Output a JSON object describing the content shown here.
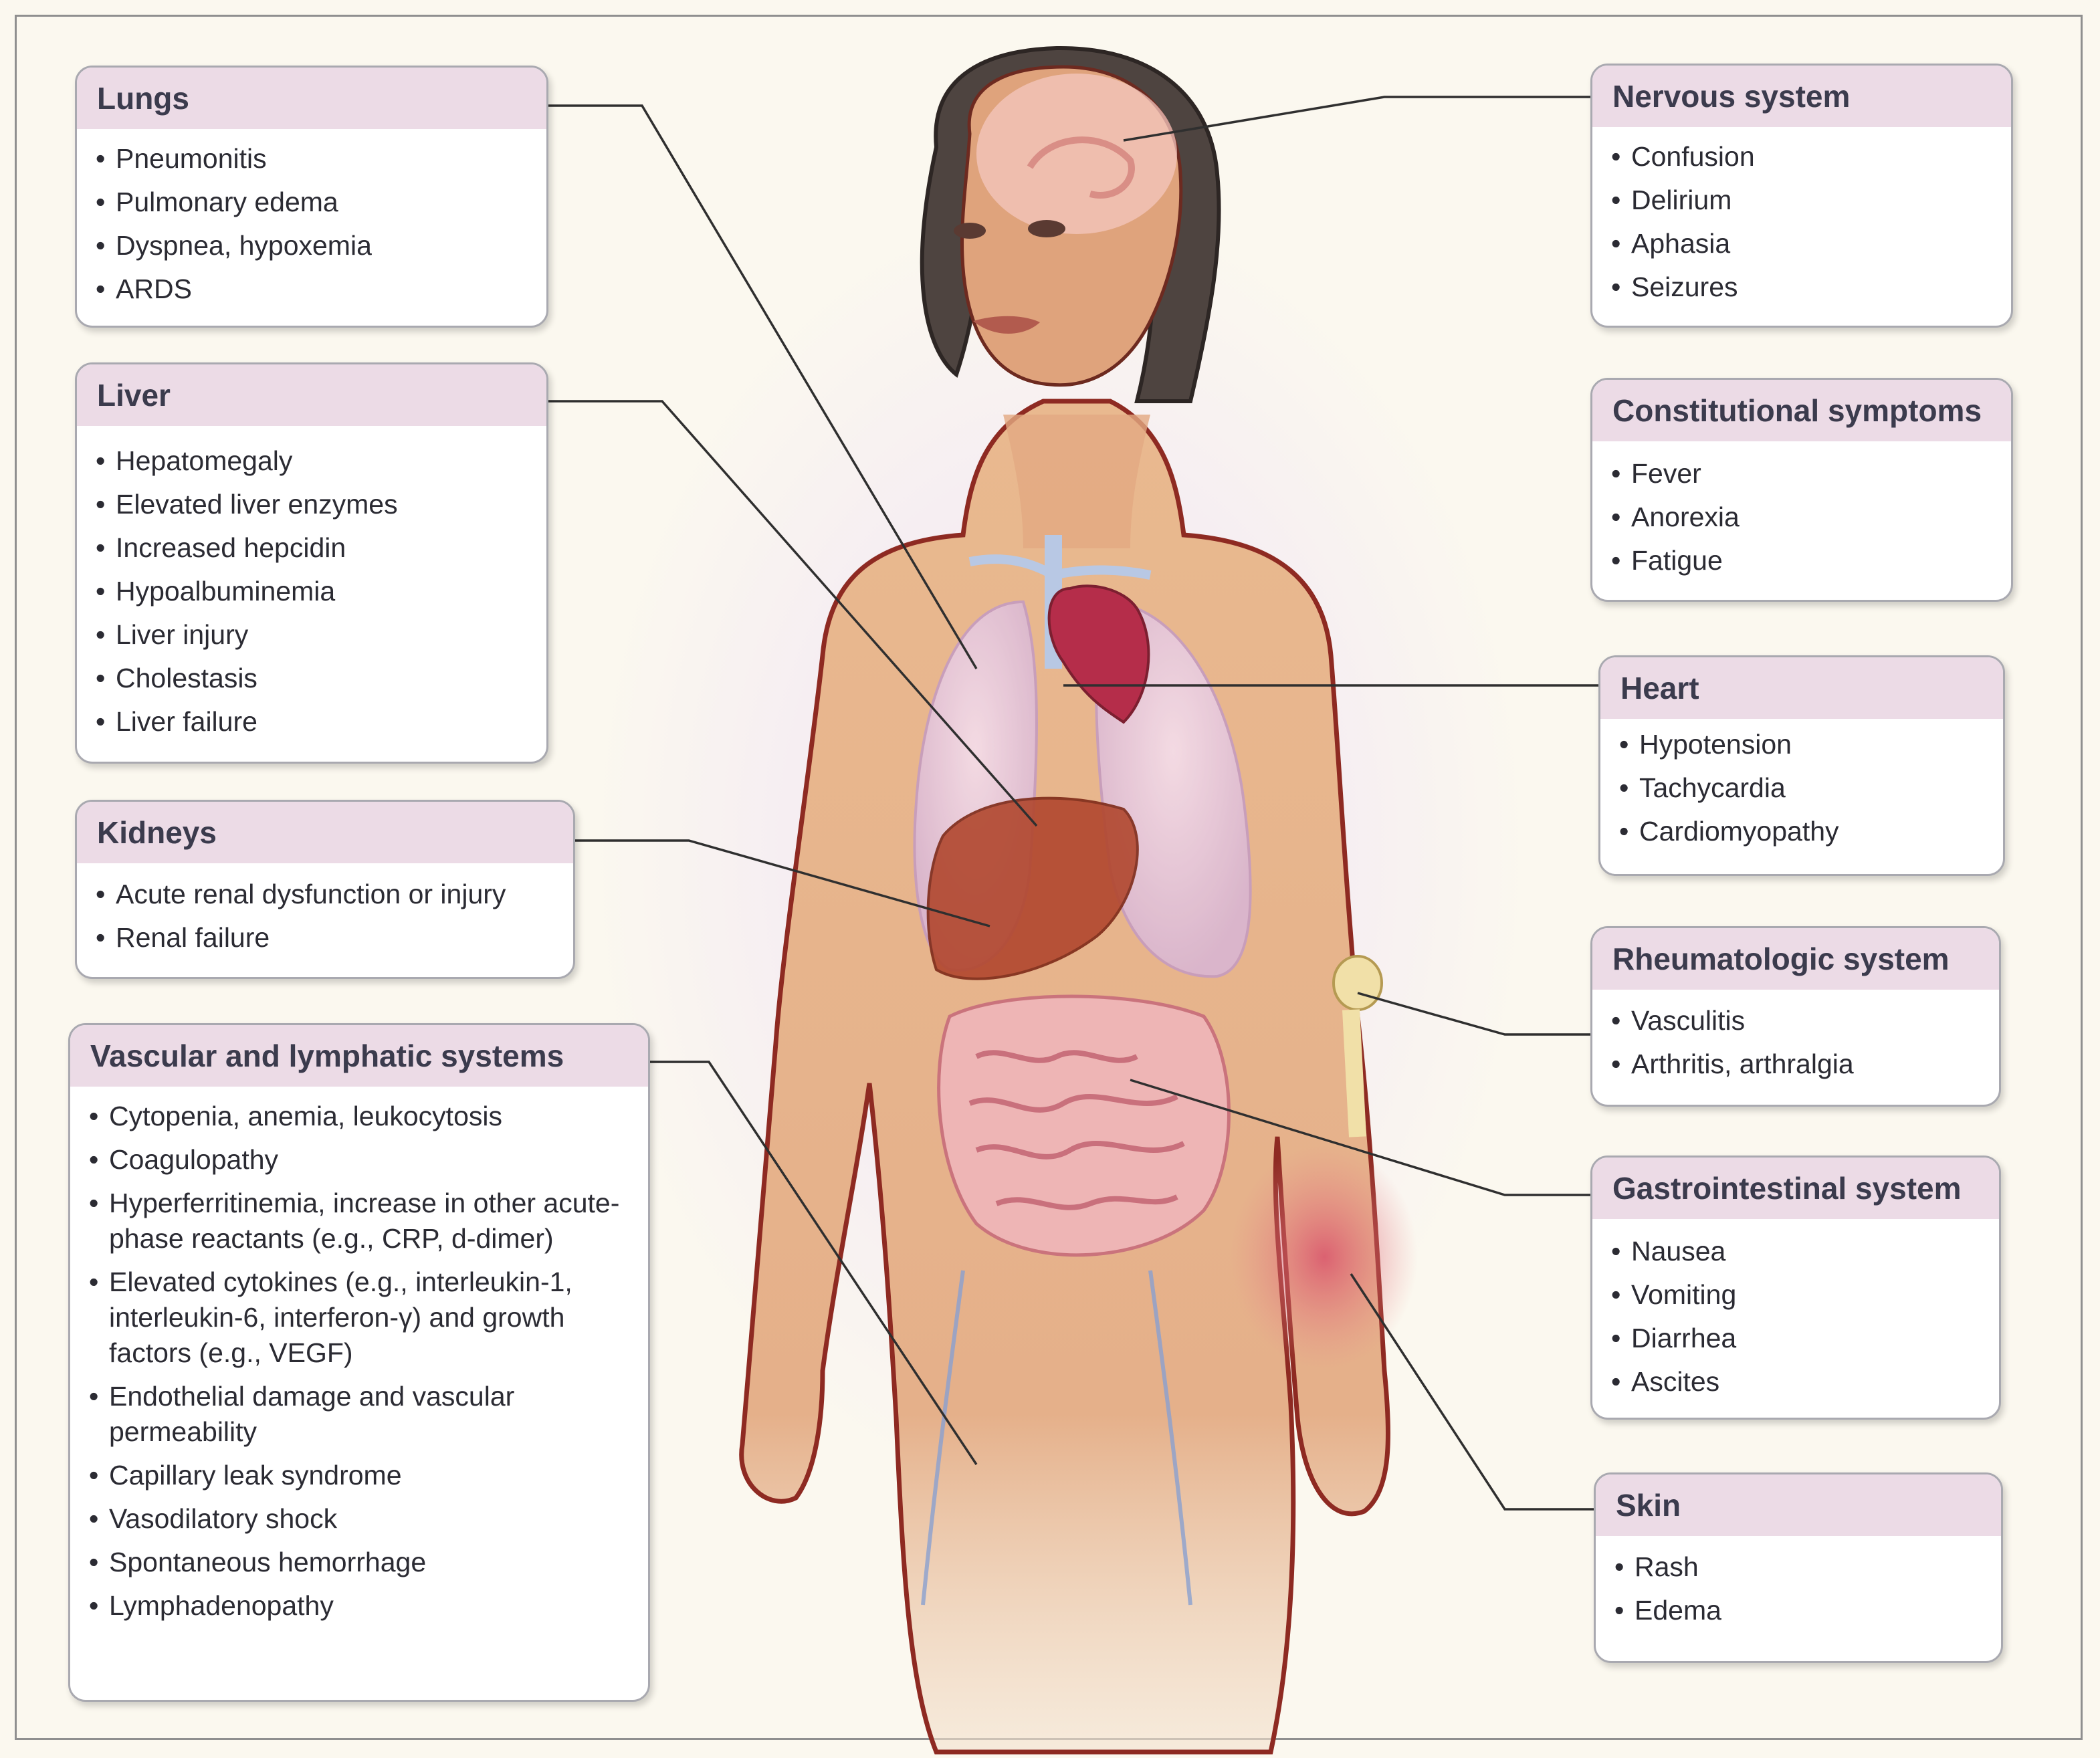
{
  "boxes": {
    "lungs": {
      "title": "Lungs",
      "items": [
        "Pneumonitis",
        "Pulmonary edema",
        "Dyspnea, hypoxemia",
        "ARDS"
      ]
    },
    "liver": {
      "title": "Liver",
      "items": [
        "Hepatomegaly",
        "Elevated liver enzymes",
        "Increased hepcidin",
        "Hypoalbuminemia",
        "Liver injury",
        "Cholestasis",
        "Liver failure"
      ]
    },
    "kidneys": {
      "title": "Kidneys",
      "items": [
        "Acute renal dysfunction or injury",
        "Renal failure"
      ]
    },
    "vascular": {
      "title": "Vascular and lymphatic systems",
      "items": [
        "Cytopenia, anemia, leukocytosis",
        "Coagulopathy",
        "Hyperferritinemia, increase in other acute-phase reactants (e.g., CRP, d-dimer)",
        "Elevated cytokines (e.g., interleukin-1, interleukin-6, interferon-γ) and growth factors (e.g., VEGF)",
        "Endothelial damage and vascular permeability",
        "Capillary leak syndrome",
        "Vasodilatory shock",
        "Spontaneous hemorrhage",
        "Lymphadenopathy"
      ]
    },
    "nervous": {
      "title": "Nervous system",
      "items": [
        "Confusion",
        "Delirium",
        "Aphasia",
        "Seizures"
      ]
    },
    "constitutional": {
      "title": "Constitutional symptoms",
      "items": [
        "Fever",
        "Anorexia",
        "Fatigue"
      ]
    },
    "heart": {
      "title": "Heart",
      "items": [
        "Hypotension",
        "Tachycardia",
        "Cardiomyopathy"
      ]
    },
    "rheumatologic": {
      "title": "Rheumatologic system",
      "items": [
        "Vasculitis",
        "Arthritis, arthralgia"
      ]
    },
    "gastrointestinal": {
      "title": "Gastrointestinal system",
      "items": [
        "Nausea",
        "Vomiting",
        "Diarrhea",
        "Ascites"
      ]
    },
    "skin": {
      "title": "Skin",
      "items": [
        "Rash",
        "Edema"
      ]
    }
  },
  "colors": {
    "header_fill": "#ecdbe6",
    "skin_tone": "#e8b58c",
    "body_outline": "#8e2a22",
    "leader_line": "#2f2f2f"
  }
}
